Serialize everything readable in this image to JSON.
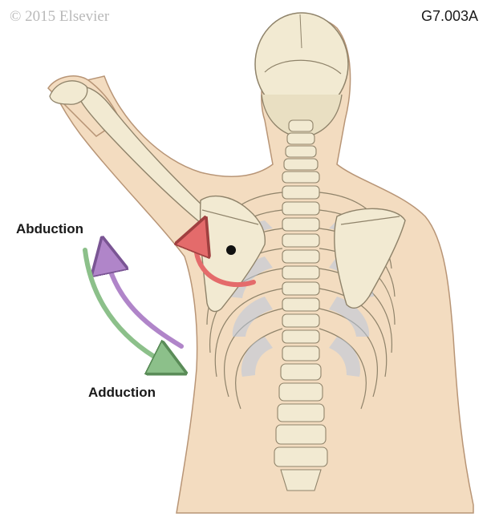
{
  "copyright": "© 2015 Elsevier",
  "figure_code": "G7.003A",
  "labels": {
    "abduction": "Abduction",
    "adduction": "Adduction"
  },
  "colors": {
    "skin": "#f3dcc0",
    "skin_outline": "#b89576",
    "bone": "#f2ead2",
    "bone_outline": "#8f836a",
    "intercostal": "#b9c8de",
    "abduction_arrow": "#b085c9",
    "adduction_arrow": "#8cc08a",
    "rotation_arrow": "#e46b6b"
  }
}
